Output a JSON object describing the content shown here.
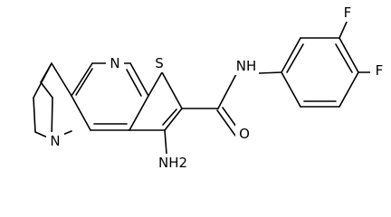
{
  "molecule": {
    "atoms": {
      "n_pyridine": "N",
      "s_thiophene": "S",
      "n_amide": "NH",
      "o_carbonyl": "O",
      "n_amino": "NH2",
      "n_bridgehead": "N",
      "f_top": "F",
      "f_right": "F"
    }
  }
}
